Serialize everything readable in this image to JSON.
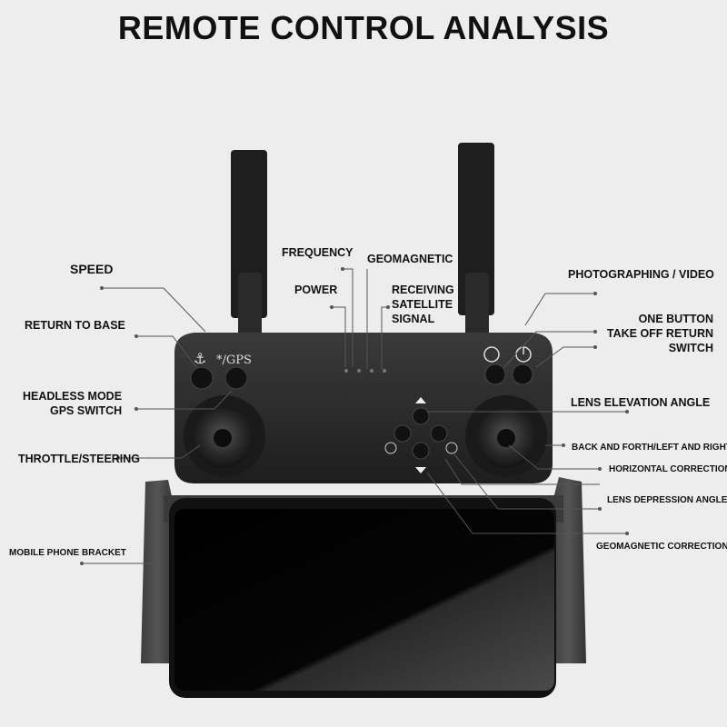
{
  "title": "REMOTE CONTROL ANALYSIS",
  "controller": {
    "return_icon_label": "⚓",
    "gps_label": "*/GPS",
    "buttons_right": [
      "photo-video",
      "power"
    ]
  },
  "labels": {
    "speed": "SPEED",
    "return_to_base": "RETURN TO BASE",
    "headless_mode_line1": "HEADLESS MODE",
    "headless_mode_line2": "GPS SWITCH",
    "throttle_steering": "THROTTLE/STEERING",
    "mobile_phone_bracket": "MOBILE PHONE BRACKET",
    "frequency": "FREQUENCY",
    "power": "POWER",
    "geomagnetic": "GEOMAGNETIC",
    "receiving_line1": "RECEIVING",
    "receiving_line2": "SATELLITE",
    "receiving_line3": "SIGNAL",
    "photographing_video": "PHOTOGRAPHING / VIDEO",
    "one_button_line1": "ONE BUTTON",
    "one_button_line2": "TAKE OFF RETURN",
    "one_button_line3": "SWITCH",
    "lens_elevation": "LENS ELEVATION ANGLE",
    "back_forth": "BACK AND FORTH/LEFT AND RIGHT",
    "horizontal_correction": "HORIZONTAL CORRECTION",
    "lens_depression": "LENS DEPRESSION ANGLE",
    "geomagnetic_correction": "GEOMAGNETIC CORRECTION"
  },
  "colors": {
    "background": "#ededed",
    "controller_body": "#2b2b2b",
    "screen": "#050505",
    "leader_line": "#555555"
  }
}
